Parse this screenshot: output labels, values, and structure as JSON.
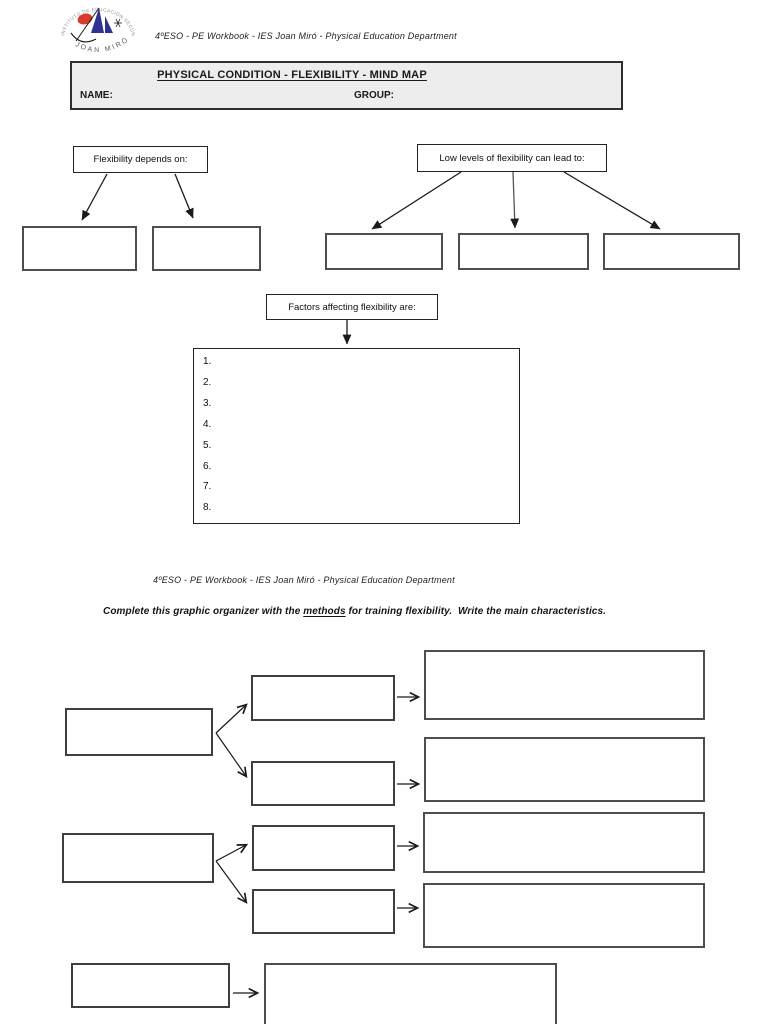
{
  "colors": {
    "logo_red": "#d93a2b",
    "logo_blue": "#2e3192",
    "title_box_fill": "#ededed",
    "line_color": "#1a1a1a"
  },
  "logo": {
    "arc_top": "INSTITUTO DE EDUCACIÓN SECUNDARIA",
    "arc_bottom": "JOAN MIRÓ"
  },
  "header": {
    "line1": "4ºESO - PE Workbook - IES Joan Miró - Physical Education Department",
    "line2": "4ºESO - PE Workbook - IES Joan Miró - Physical Education Department"
  },
  "title_box": {
    "title": "PHYSICAL CONDITION - FLEXIBILITY - MIND MAP",
    "name_label": "NAME:",
    "group_label": "GROUP:"
  },
  "mindmap": {
    "depends_label": "Flexibility depends on:",
    "low_levels_label": "Low levels of flexibility can lead to:",
    "factors_label": "Factors affecting flexibility are:",
    "factors_list": [
      "1.",
      "2.",
      "3.",
      "4.",
      "5.",
      "6.",
      "7.",
      "8."
    ]
  },
  "organizer": {
    "instruction": {
      "pre": "Complete this graphic organizer with the ",
      "methods": "methods",
      "post": " for training flexibility.  Write the main characteristics."
    }
  }
}
